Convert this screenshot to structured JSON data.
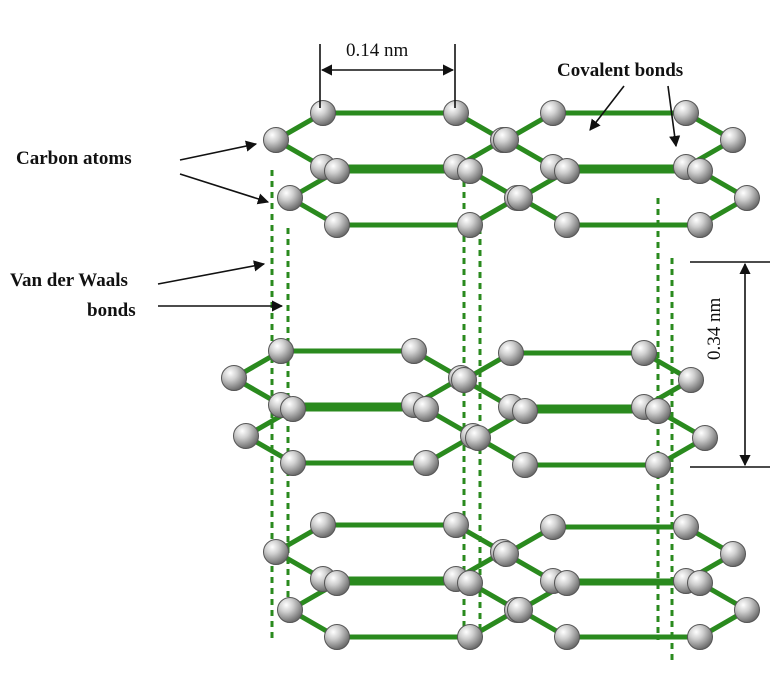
{
  "labels": {
    "carbon_atoms": "Carbon atoms",
    "covalent_bonds": "Covalent bonds",
    "van_der_waals_line1": "Van der Waals",
    "van_der_waals_line2": "bonds",
    "bond_length": "0.14 nm",
    "interlayer_spacing": "0.34 nm"
  },
  "colors": {
    "bond": "#2a8a1e",
    "atom": "#a9a9a9",
    "atom_edge": "#555555",
    "annotation": "#111111"
  }
}
